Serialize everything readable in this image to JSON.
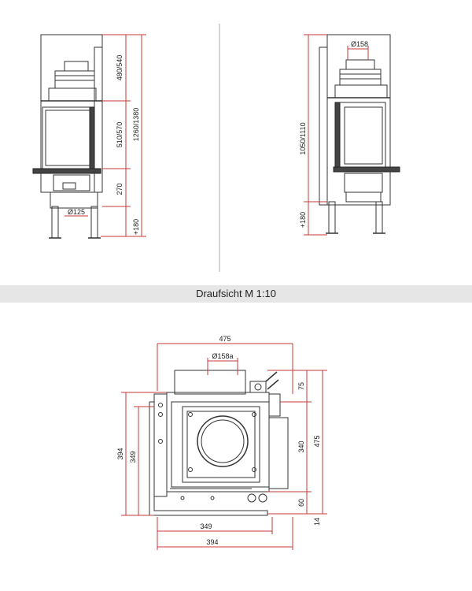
{
  "section_title": "Draufsicht M 1:10",
  "front_view": {
    "dims": {
      "top": "480/540",
      "middle": "510/570",
      "lower": "270",
      "base": "+180",
      "total": "1260/1380",
      "flue": "Ø125"
    }
  },
  "side_view": {
    "dims": {
      "flue": "Ø158",
      "height": "1050/1110",
      "base": "+180"
    }
  },
  "top_view": {
    "dims": {
      "width_top": "475",
      "flue": "Ø158a",
      "right_75": "75",
      "right_340": "340",
      "right_60": "60",
      "right_14": "14",
      "right_total": "475",
      "left_394": "394",
      "left_349": "349",
      "bottom_349": "349",
      "bottom_394": "394"
    }
  },
  "colors": {
    "dimension_line": "#c43a3a",
    "drawing_line": "#333333",
    "section_bar": "#e6e6e6"
  }
}
